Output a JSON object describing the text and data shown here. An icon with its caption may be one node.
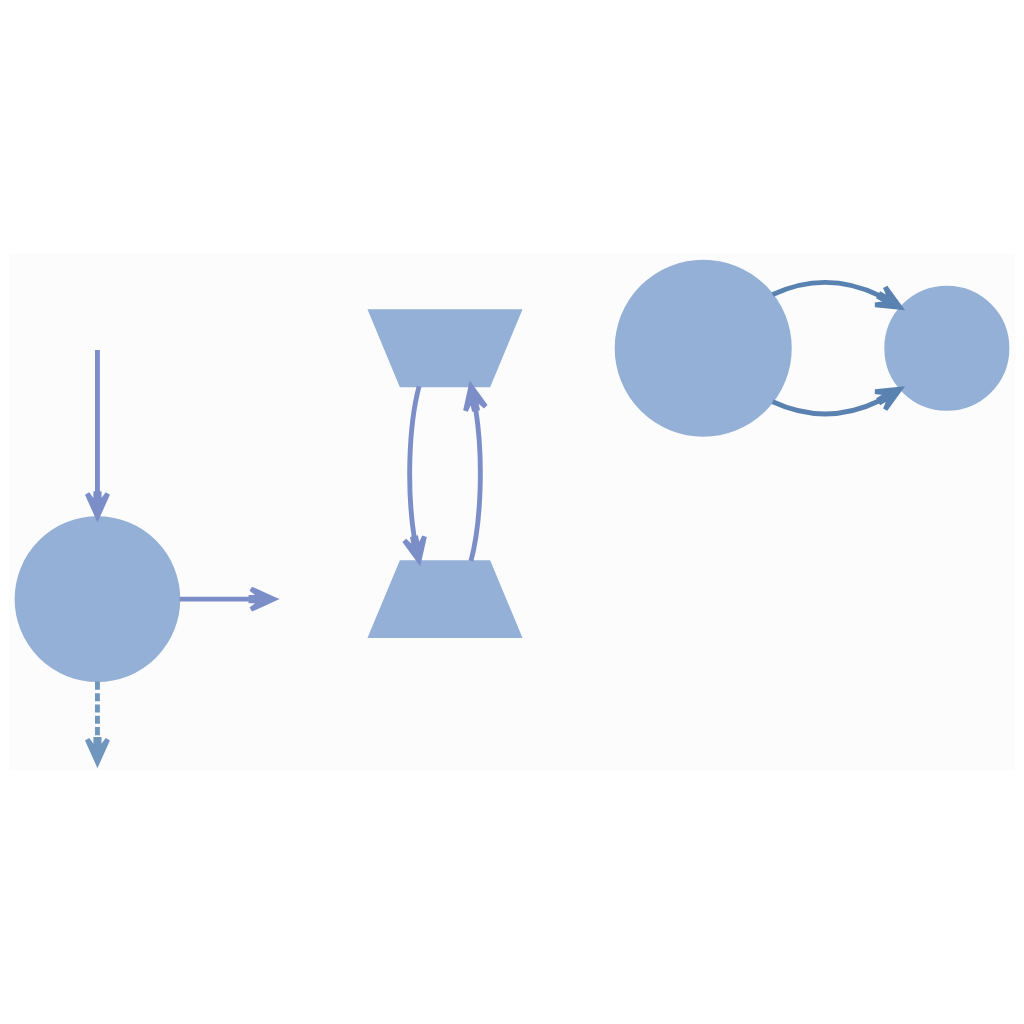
{
  "diagram": {
    "nodes": [
      {
        "text": [],
        "shape": "circle"
      },
      {
        "text": [],
        "shape": "semicircle"
      },
      {
        "text": [],
        "shape": "semicircle"
      },
      {
        "text": [],
        "shape": "circle"
      },
      {
        "text": [],
        "shape": "circle"
      }
    ],
    "edges": [
      {
        "from": null,
        "to": 0,
        "arrow": "to"
      },
      {
        "from": 0,
        "to": null,
        "arrow": "to"
      },
      {
        "from": 0,
        "to": null,
        "arrow": "to",
        "style": "dashed",
        "color": "#7096bd"
      },
      {
        "from": 1,
        "to": 2,
        "arrow": "to"
      },
      {
        "from": 2,
        "to": 1,
        "arrow": "to"
      },
      {
        "from": 3,
        "to": 4,
        "arrow": "to",
        "color": "#5a82b0"
      },
      {
        "from": 3,
        "to": 4,
        "arrow": "to",
        "color": "#5a82b0"
      }
    ]
  }
}
